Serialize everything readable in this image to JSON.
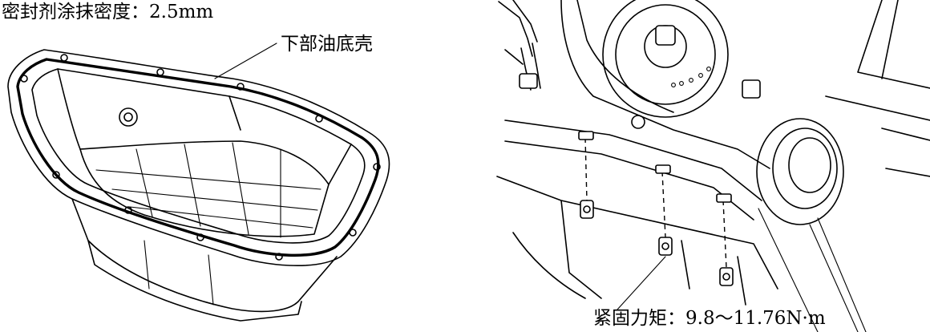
{
  "left_figure": {
    "sealant_label": "密封剂涂抹密度：2.5mm",
    "oil_pan_label": "下部油底壳"
  },
  "right_figure": {
    "torque_label": "紧固力矩：9.8～11.76N·m"
  },
  "colors": {
    "ink": "#000000",
    "paper": "#ffffff"
  }
}
